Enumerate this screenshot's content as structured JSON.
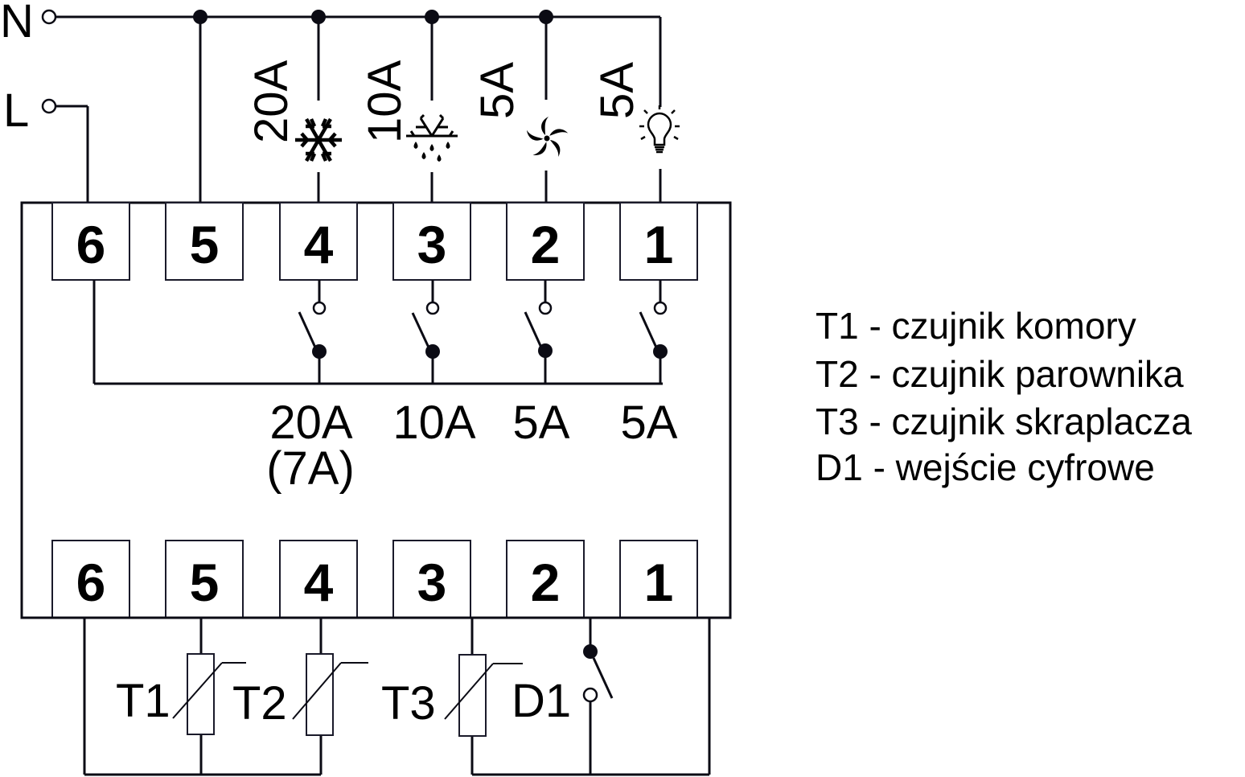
{
  "supply": {
    "neutral_label": "N",
    "line_label": "L"
  },
  "top_terminals": [
    "6",
    "5",
    "4",
    "3",
    "2",
    "1"
  ],
  "bottom_terminals": [
    "6",
    "5",
    "4",
    "3",
    "2",
    "1"
  ],
  "loads": [
    {
      "terminal": "4",
      "rating": "20A",
      "icon": "snowflake-icon",
      "function": "compressor"
    },
    {
      "terminal": "3",
      "rating": "10A",
      "icon": "defrost-icon",
      "function": "defrost"
    },
    {
      "terminal": "2",
      "rating": "5A",
      "icon": "fan-icon",
      "function": "fan"
    },
    {
      "terminal": "1",
      "rating": "5A",
      "icon": "light-bulb-icon",
      "function": "light"
    }
  ],
  "relay_ratings": [
    {
      "terminal": "4",
      "rating": "20A",
      "sub": "(7A)"
    },
    {
      "terminal": "3",
      "rating": "10A",
      "sub": ""
    },
    {
      "terminal": "2",
      "rating": "5A",
      "sub": ""
    },
    {
      "terminal": "1",
      "rating": "5A",
      "sub": ""
    }
  ],
  "sensors": [
    {
      "label": "T1"
    },
    {
      "label": "T2"
    },
    {
      "label": "T3"
    },
    {
      "label": "D1"
    }
  ],
  "legend": [
    {
      "code": "T1",
      "text": "T1 - czujnik komory"
    },
    {
      "code": "T2",
      "text": "T2 - czujnik parownika"
    },
    {
      "code": "T3",
      "text": "T3 - czujnik skraplacza"
    },
    {
      "code": "D1",
      "text": "D1 - wejście cyfrowe"
    }
  ],
  "colors": {
    "line": "#0b0b14",
    "background": "#ffffff"
  }
}
